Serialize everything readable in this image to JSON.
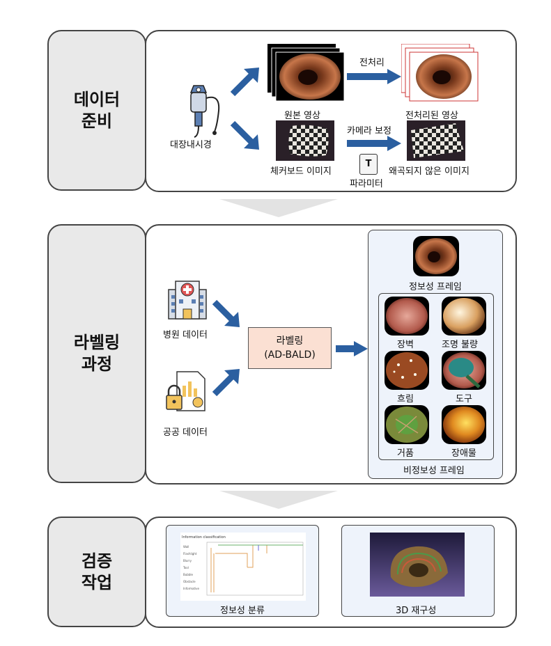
{
  "stages": [
    {
      "id": "prep",
      "title": "데이터\n준비"
    },
    {
      "id": "label",
      "title": "라벨링\n과정"
    },
    {
      "id": "verify",
      "title": "검증\n작업"
    }
  ],
  "prep": {
    "scope": "대장내시경",
    "raw": "원본 영상",
    "preprocess": "전처리",
    "preprocessed": "전처리된 영상",
    "checkerboard": "체커보드 이미지",
    "calibration": "카메라 보정",
    "params": "파라미터",
    "params_icon": "T",
    "undistorted": "왜곡되지 않은 이미지"
  },
  "labeling": {
    "hospital": "병원 데이터",
    "public": "공공 데이터",
    "box_title": "라벨링",
    "box_sub": "(AD-BALD)",
    "informative": "정보성 프레임",
    "non_informative": "비정보성 프레임",
    "classes": [
      "장벽",
      "조명 불량",
      "흐림",
      "도구",
      "거품",
      "장애물"
    ]
  },
  "verification": {
    "classification": "정보성 분류",
    "reconstruction": "3D 재구성",
    "chart_title": "Information classification",
    "chart_rows": [
      "Wall",
      "Flashlight",
      "Blurry",
      "Tool",
      "Bubble",
      "Obstacle",
      "Informative"
    ]
  },
  "colors": {
    "arrow": "#2b5fa0",
    "panel_bg": "#eef3fb",
    "label_box": "#fbe0d3",
    "stage_bg": "#e9e9e9"
  }
}
